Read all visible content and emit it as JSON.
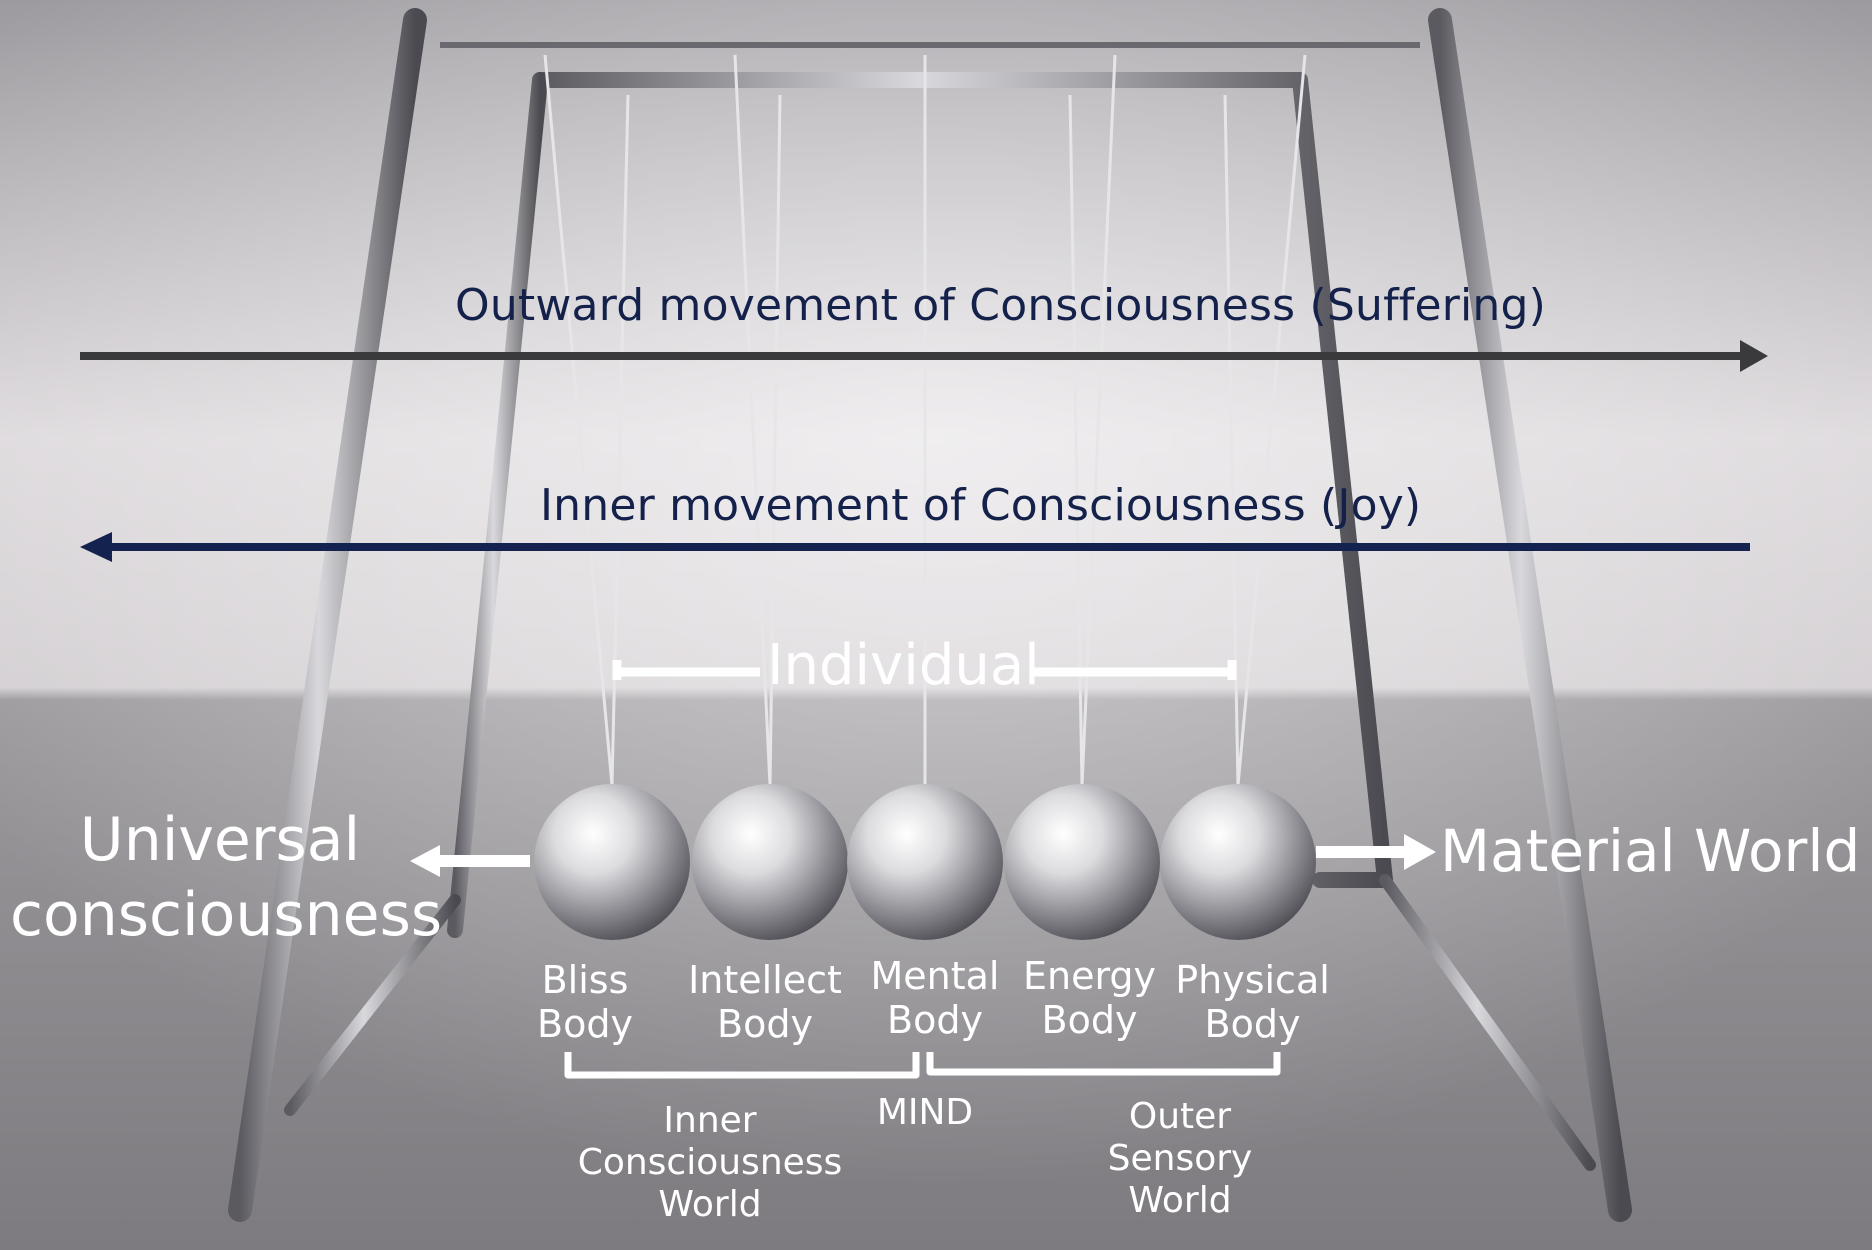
{
  "title_top": "Outward movement of Consciousness (Suffering)",
  "title_bottom": "Inner movement of Consciousness (Joy)",
  "individual": "Individual",
  "left": {
    "line1": "Universal",
    "line2": "consciousness"
  },
  "right": "Material World",
  "bodies": [
    {
      "l1": "Bliss",
      "l2": "Body"
    },
    {
      "l1": "Intellect",
      "l2": "Body"
    },
    {
      "l1": "Mental",
      "l2": "Body"
    },
    {
      "l1": "Energy",
      "l2": "Body"
    },
    {
      "l1": "Physical",
      "l2": "Body"
    }
  ],
  "groups": {
    "inner": {
      "l1": "Inner",
      "l2": "Consciousness",
      "l3": "World"
    },
    "mind": "MIND",
    "outer": {
      "l1": "Outer",
      "l2": "Sensory",
      "l3": "World"
    }
  },
  "colors": {
    "outward_arrow": "#3a3a3c",
    "inner_arrow": "#13224e",
    "text_dark": "#14214a",
    "text_light": "#ffffff"
  }
}
